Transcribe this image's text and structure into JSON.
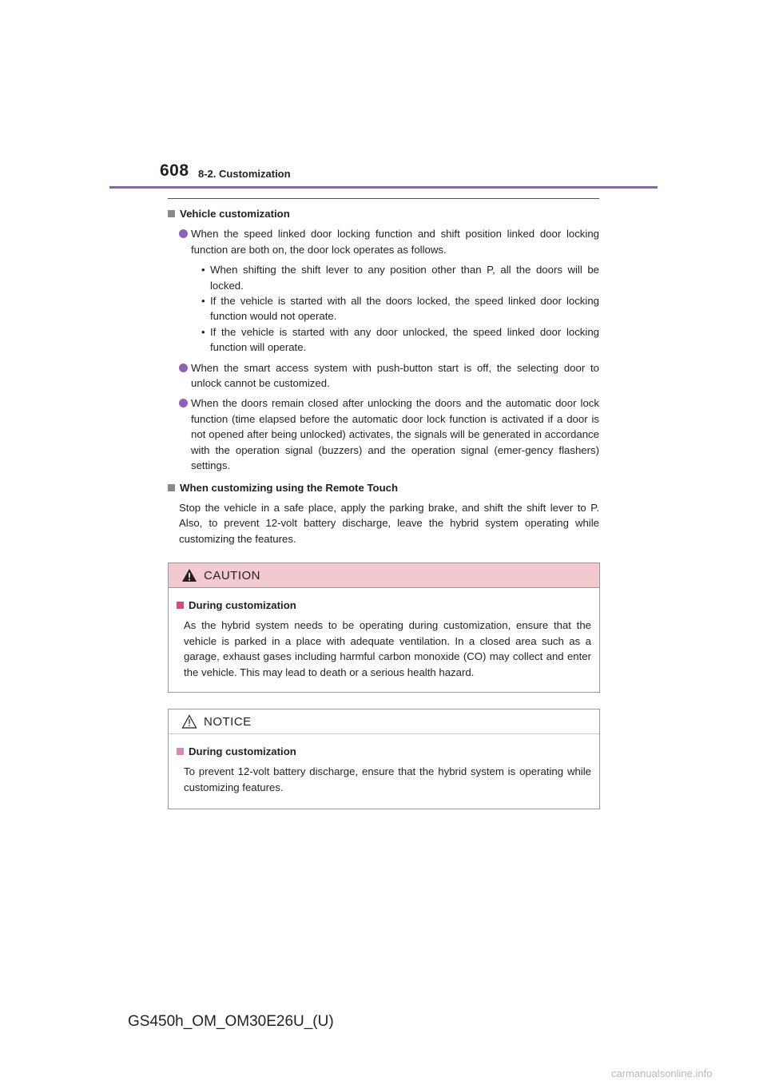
{
  "header": {
    "page_number": "608",
    "section": "8-2. Customization"
  },
  "vehicle": {
    "heading": "Vehicle customization",
    "bullet1": "When the speed linked door locking function and shift position linked door locking function are both on, the door lock operates as follows.",
    "sub1": "When shifting the shift lever to any position other than P, all the doors will be locked.",
    "sub2": "If the vehicle is started with all the doors locked, the speed linked door locking function would not operate.",
    "sub3": "If the vehicle is started with any door unlocked, the speed linked door locking function will operate.",
    "bullet2": "When the smart access system with push-button start is off, the selecting door to unlock cannot be customized.",
    "bullet3": "When the doors remain closed after unlocking the doors and the automatic door lock function (time elapsed before the automatic door lock function is activated if a door is not opened after being unlocked) activates, the signals will be generated in accordance with the operation signal (buzzers) and the operation signal (emer-gency flashers) settings."
  },
  "remote": {
    "heading": "When customizing using the Remote Touch",
    "text": "Stop the vehicle in a safe place, apply the parking brake, and shift the shift lever to P. Also, to prevent 12-volt battery discharge, leave the hybrid system operating while customizing the features."
  },
  "caution": {
    "title": "CAUTION",
    "heading": "During customization",
    "text": "As the hybrid system needs to be operating during customization, ensure that the vehicle is parked in a place with adequate ventilation. In a closed area such as a garage, exhaust gases including harmful carbon monoxide (CO) may collect and enter the vehicle. This may lead to death or a serious health hazard."
  },
  "notice": {
    "title": "NOTICE",
    "heading": "During customization",
    "text": "To prevent 12-volt battery discharge, ensure that the hybrid system is operating while customizing features."
  },
  "footer": {
    "doc_code": "GS450h_OM_OM30E26U_(U)",
    "watermark": "carmanualsonline.info"
  }
}
